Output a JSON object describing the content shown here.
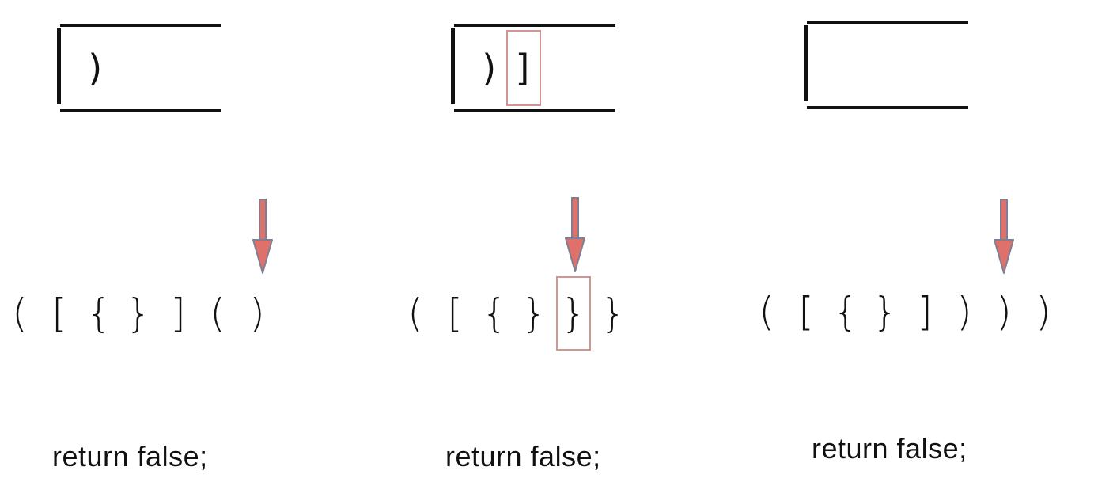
{
  "panels": [
    {
      "stack_items": [
        ")"
      ],
      "stack_highlight_index": -1,
      "sequence": [
        "(",
        "[",
        "{",
        "}",
        "]",
        "(",
        ")"
      ],
      "sequence_highlight_index": -1,
      "pointer_index": 6,
      "result": "return false;"
    },
    {
      "stack_items": [
        ")",
        "]"
      ],
      "stack_highlight_index": 1,
      "sequence": [
        "(",
        "[",
        "{",
        "}",
        "}",
        "}"
      ],
      "sequence_highlight_index": 4,
      "pointer_index": 4,
      "result": "return false;"
    },
    {
      "stack_items": [],
      "stack_highlight_index": -1,
      "sequence": [
        "(",
        "[",
        "{",
        "}",
        "]",
        ")",
        ")",
        ")"
      ],
      "sequence_highlight_index": -1,
      "pointer_index": 6,
      "result": "return false;"
    }
  ],
  "colors": {
    "stroke": "#111111",
    "highlight_box": "#d29591",
    "arrow_fill": "#e0706a",
    "arrow_outline": "#7d7f93"
  },
  "icons": {
    "pointer": "down-arrow-icon"
  }
}
